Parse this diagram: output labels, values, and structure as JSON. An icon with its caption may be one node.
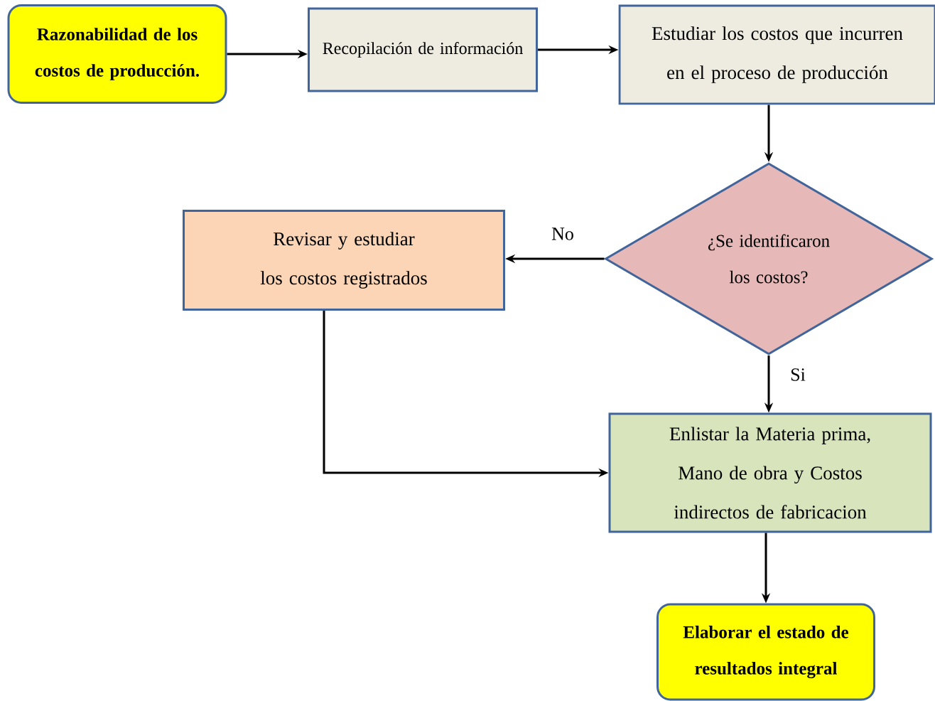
{
  "diagram": {
    "nodes": [
      {
        "text": [
          "Razonabilidad de los costos de producción."
        ]
      },
      {
        "text": [
          "Recopilación de información"
        ]
      },
      {
        "text": [
          "Estudiar los costos que incurren en el proceso de producción"
        ]
      },
      {
        "text": [
          "¿Se identificaron los costos?"
        ]
      },
      {
        "text": [
          "Revisar y estudiar los costos registrados"
        ]
      },
      {
        "text": [
          "Enlistar la Materia prima, Mano de obra y Costos indirectos de fabricacion"
        ]
      },
      {
        "text": [
          "Elaborar el estado de resultados integral"
        ]
      }
    ],
    "edges": [
      {
        "from": 0,
        "to": 1,
        "arrow": "to"
      },
      {
        "from": 1,
        "to": 2,
        "arrow": "to"
      },
      {
        "from": 2,
        "to": 3,
        "arrow": "to"
      },
      {
        "from": 3,
        "to": 4,
        "arrow": "to",
        "label": "No"
      },
      {
        "from": 3,
        "to": 5,
        "arrow": "to",
        "label": "Si"
      },
      {
        "from": 4,
        "to": 5,
        "arrow": "to"
      },
      {
        "from": 5,
        "to": 6,
        "arrow": "to"
      }
    ]
  }
}
